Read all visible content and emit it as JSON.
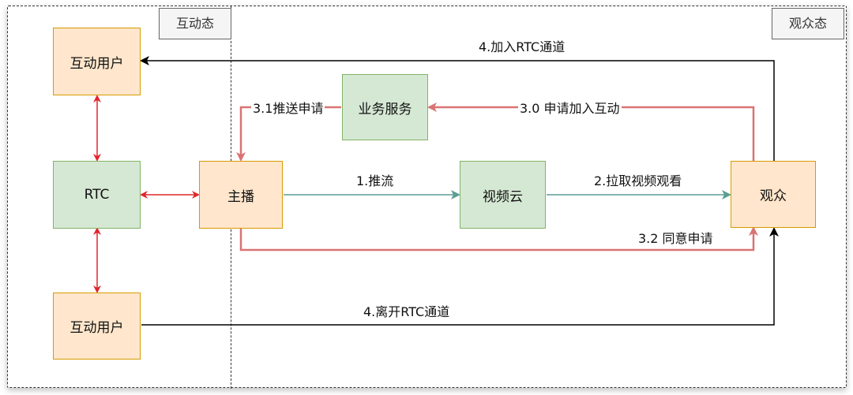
{
  "zones": {
    "interactive": "互动态",
    "audience": "观众态"
  },
  "nodes": {
    "interactive_user_top": "互动用户",
    "rtc": "RTC",
    "interactive_user_bottom": "互动用户",
    "business_service": "业务服务",
    "host": "主播",
    "video_cloud": "视频云",
    "audience": "观众"
  },
  "edges": {
    "join_rtc": "4.加入RTC通道",
    "push_request": "3.1推送申请",
    "apply_join": "3.0 申请加入互动",
    "push_stream": "1.推流",
    "pull_watch": "2.拉取视频观看",
    "agree_request": "3.2 同意申请",
    "leave_rtc": "4.离开RTC通道"
  },
  "colors": {
    "red_arrow": "#e0262b",
    "pink_arrow": "#d97474",
    "teal_arrow": "#5b9e93",
    "black_arrow": "#000000",
    "orange_fill": "#ffe6cc",
    "orange_stroke": "#d79b00",
    "green_fill": "#d5e8d4",
    "green_stroke": "#82b366"
  }
}
